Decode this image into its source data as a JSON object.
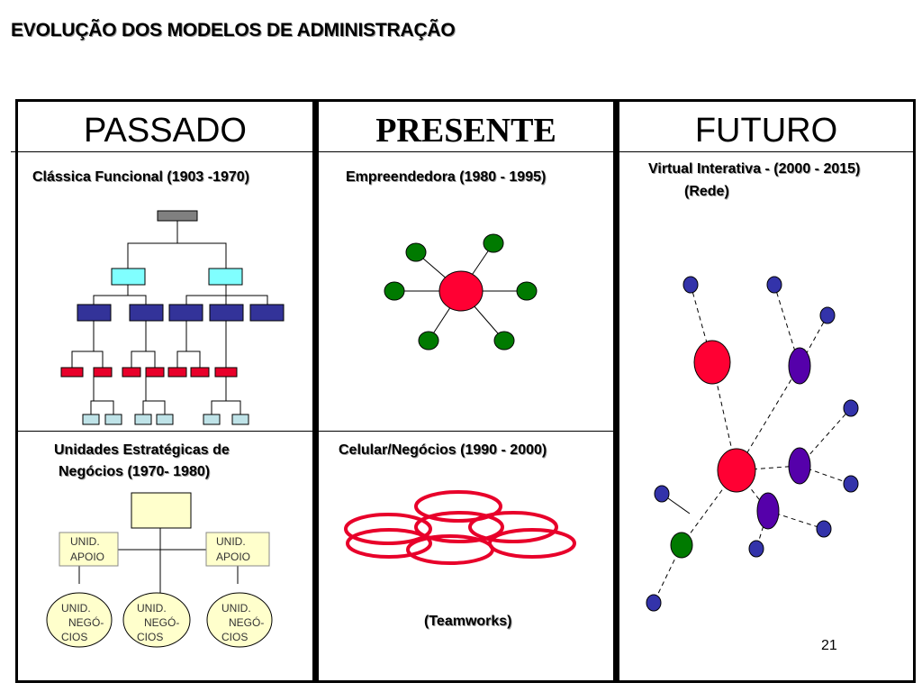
{
  "title": "EVOLUÇÃO DOS MODELOS DE ADMINISTRAÇÃO",
  "columns": {
    "past": {
      "heading": "PASSADO",
      "model_top": "Clássica Funcional (1903 -1970)",
      "model_bottom_line1": "Unidades Estratégicas de",
      "model_bottom_line2": "Negócios (1970- 1980)",
      "sbu": {
        "support_line1": "UNID.",
        "support_line2": "APOIO",
        "business_line1": "UNID.",
        "business_line2": "NEGÓ-",
        "business_line3": "CIOS"
      }
    },
    "present": {
      "heading": "PRESENTE",
      "model_top": "Empreendedora (1980 - 1995)",
      "model_bottom": "Celular/Negócios (1990 - 2000)",
      "caption": "(Teamworks)"
    },
    "future": {
      "heading": "FUTURO",
      "model_line1": "Virtual Interativa - (2000 - 2015)",
      "model_line2": "(Rede)"
    }
  },
  "page_number": "21",
  "colors": {
    "org_top": "#808080",
    "org_level2": "#80ffff",
    "org_level3": "#333399",
    "org_level4": "#e8002a",
    "org_level5": "#bfe3e8",
    "sbu_box": "#ffffcc",
    "hub_red": "#ff0033",
    "satellite_green": "#007a00",
    "ring_red": "#e8002a",
    "node_blue": "#3333aa",
    "node_purple": "#5500aa"
  }
}
